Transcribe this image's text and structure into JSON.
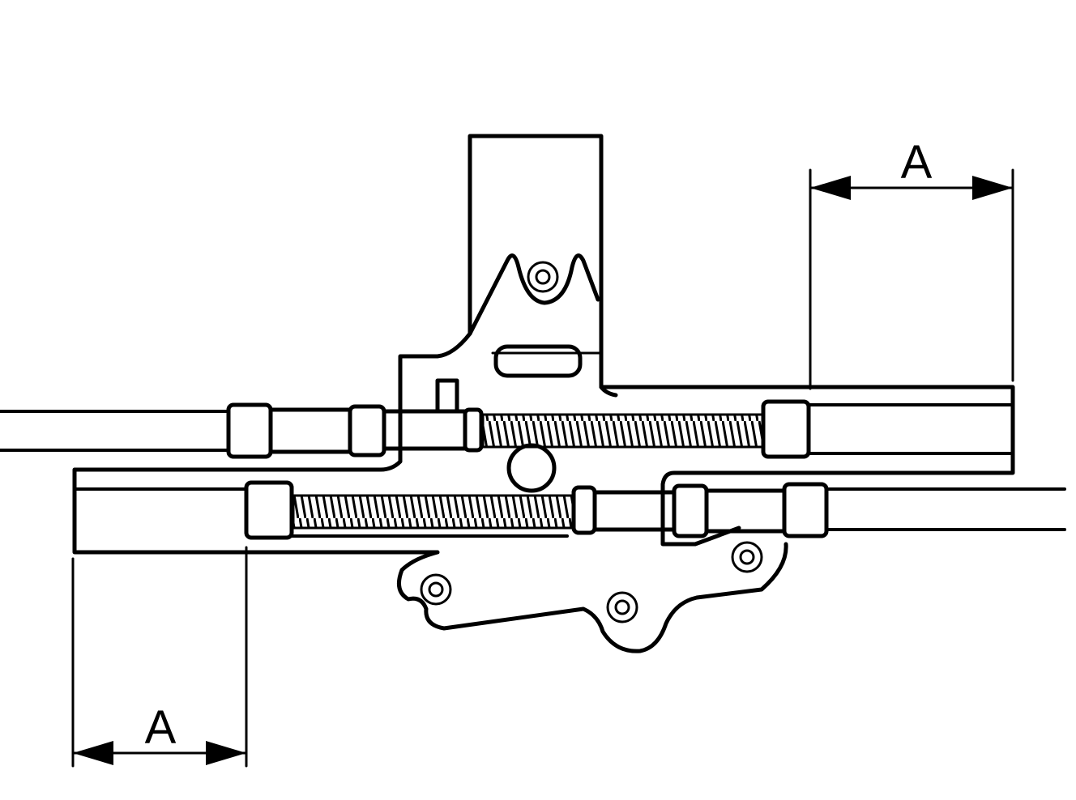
{
  "diagram": {
    "dimensions": [
      {
        "id": "upper-right",
        "label": "A"
      },
      {
        "id": "lower-left",
        "label": "A"
      }
    ],
    "colors": {
      "stroke": "#000000",
      "background": "#ffffff"
    }
  }
}
